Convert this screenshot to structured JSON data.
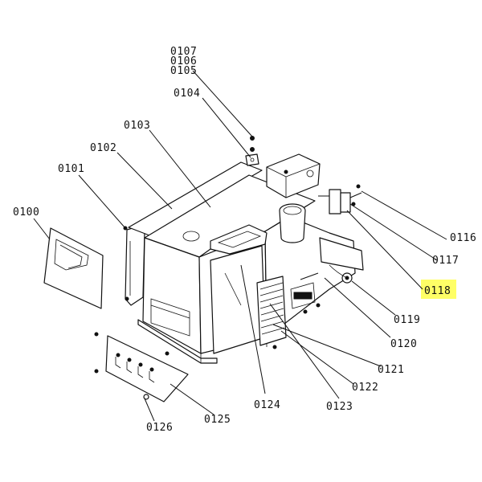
{
  "highlight_color": "#ffff66",
  "callouts": {
    "c0100": "0100",
    "c0101": "0101",
    "c0102": "0102",
    "c0103": "0103",
    "c0104": "0104",
    "c0105": "0105",
    "c0106": "0106",
    "c0107": "0107",
    "c0116": "0116",
    "c0117": "0117",
    "c0118": "0118",
    "c0119": "0119",
    "c0120": "0120",
    "c0121": "0121",
    "c0122": "0122",
    "c0123": "0123",
    "c0124": "0124",
    "c0125": "0125",
    "c0126": "0126"
  }
}
